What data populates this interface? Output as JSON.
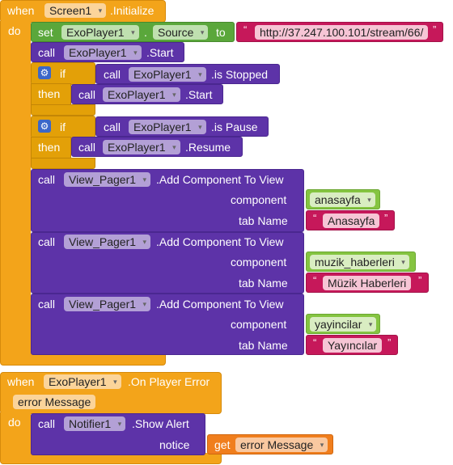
{
  "initialize_event": {
    "when": "when",
    "component": "Screen1",
    "event": ".Initialize",
    "do": "do"
  },
  "set_source": {
    "set": "set",
    "component": "ExoPlayer1",
    "dot": ".",
    "property": "Source",
    "to": "to",
    "url": "http://37.247.100.101/stream/66/"
  },
  "call_start": {
    "call": "call",
    "component": "ExoPlayer1",
    "method": ".Start"
  },
  "if_stopped": {
    "if": "if",
    "then": "then",
    "cond_call": "call",
    "cond_component": "ExoPlayer1",
    "cond_method": ".is Stopped",
    "then_call": "call",
    "then_component": "ExoPlayer1",
    "then_method": ".Start"
  },
  "if_pause": {
    "if": "if",
    "then": "then",
    "cond_call": "call",
    "cond_component": "ExoPlayer1",
    "cond_method": ".is Pause",
    "then_call": "call",
    "then_component": "ExoPlayer1",
    "then_method": ".Resume"
  },
  "add_components": [
    {
      "call": "call",
      "component": "View_Pager1",
      "method": ".Add Component To View",
      "component_label": "component",
      "component_value": "anasayfa",
      "tab_label": "tab Name",
      "tab_value": "Anasayfa"
    },
    {
      "call": "call",
      "component": "View_Pager1",
      "method": ".Add Component To View",
      "component_label": "component",
      "component_value": "muzik_haberleri",
      "tab_label": "tab Name",
      "tab_value": "Müzik Haberleri"
    },
    {
      "call": "call",
      "component": "View_Pager1",
      "method": ".Add Component To View",
      "component_label": "component",
      "component_value": "yayincilar",
      "tab_label": "tab Name",
      "tab_value": "Yayıncılar"
    }
  ],
  "error_event": {
    "when": "when",
    "component": "ExoPlayer1",
    "event": ".On Player Error",
    "param": "error Message",
    "do": "do",
    "call": "call",
    "notifier": "Notifier1",
    "method": ".Show Alert",
    "notice_label": "notice",
    "get": "get",
    "get_value": "error Message"
  },
  "icons": [
    "gear-icon",
    "dropdown-arrow-icon",
    "quote-icon"
  ],
  "colors": {
    "event": "#f3a41a",
    "component_call": "#5d33a8",
    "setter": "#5aa73b",
    "component_ref": "#85c441",
    "text": "#c6185a",
    "control": "#e3a008",
    "variable": "#f07e1d"
  }
}
